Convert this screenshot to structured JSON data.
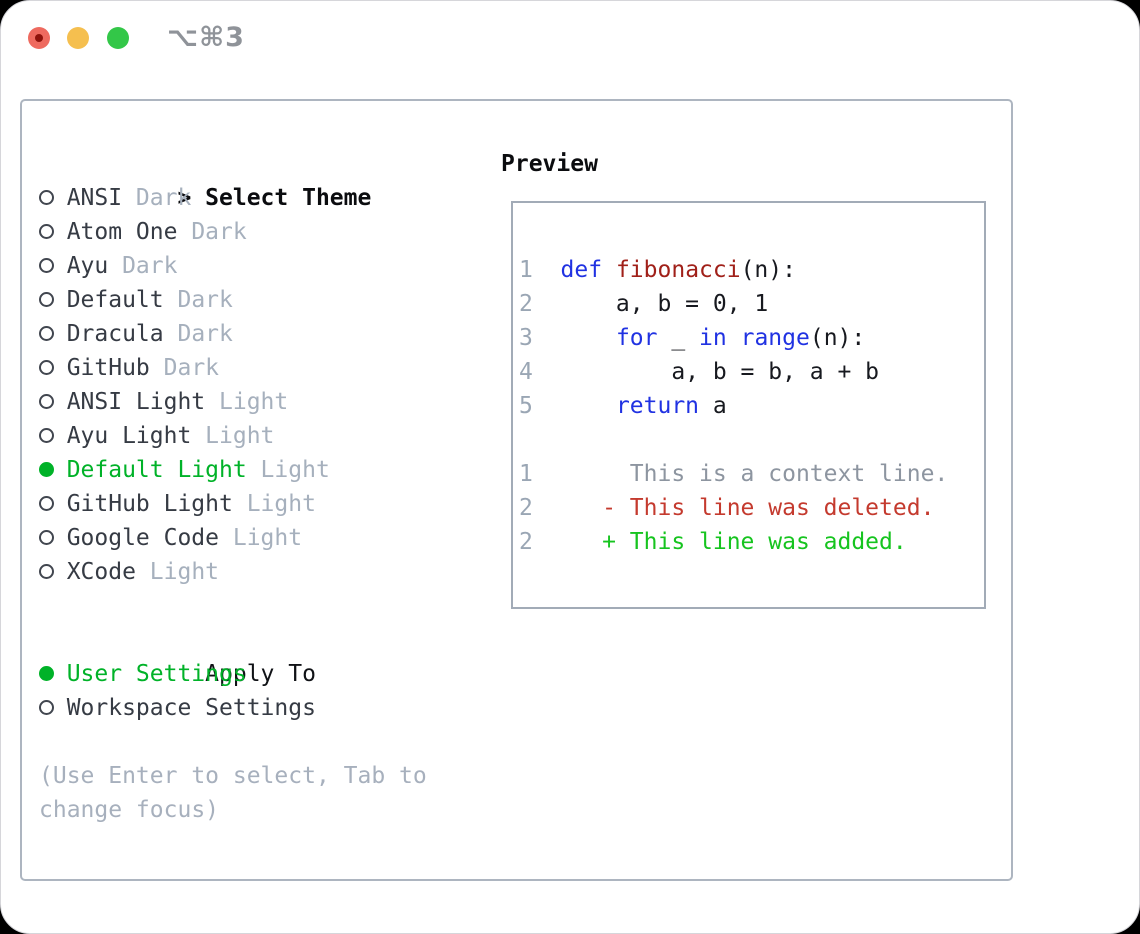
{
  "window": {
    "title": "⌥⌘3",
    "traffic_lights": [
      {
        "name": "close",
        "color": "#ee6a5f",
        "inner_dot": "#8e130c"
      },
      {
        "name": "minimize",
        "color": "#f5bf4f"
      },
      {
        "name": "zoom",
        "color": "#33c748"
      }
    ]
  },
  "theme_panel": {
    "header": {
      "prompt": ">",
      "label": "Select Theme"
    },
    "items": [
      {
        "id": "ansi-dark",
        "name": "ANSI",
        "tag": "Dark",
        "selected": false
      },
      {
        "id": "atom-one-dark",
        "name": "Atom One",
        "tag": "Dark",
        "selected": false
      },
      {
        "id": "ayu-dark",
        "name": "Ayu",
        "tag": "Dark",
        "selected": false
      },
      {
        "id": "default-dark",
        "name": "Default",
        "tag": "Dark",
        "selected": false
      },
      {
        "id": "dracula-dark",
        "name": "Dracula",
        "tag": "Dark",
        "selected": false
      },
      {
        "id": "github-dark",
        "name": "GitHub",
        "tag": "Dark",
        "selected": false
      },
      {
        "id": "ansi-light",
        "name": "ANSI Light",
        "tag": "Light",
        "selected": false
      },
      {
        "id": "ayu-light",
        "name": "Ayu Light",
        "tag": "Light",
        "selected": false
      },
      {
        "id": "default-light",
        "name": "Default Light",
        "tag": "Light",
        "selected": true
      },
      {
        "id": "github-light",
        "name": "GitHub Light",
        "tag": "Light",
        "selected": false
      },
      {
        "id": "google-code",
        "name": "Google Code",
        "tag": "Light",
        "selected": false
      },
      {
        "id": "xcode",
        "name": "XCode",
        "tag": "Light",
        "selected": false
      }
    ]
  },
  "apply_panel": {
    "label": "Apply To",
    "options": [
      {
        "id": "user-settings",
        "name": "User Settings",
        "selected": true
      },
      {
        "id": "workspace-settings",
        "name": "Workspace Settings",
        "selected": false
      }
    ]
  },
  "help": {
    "lines": [
      "(Use Enter to select, Tab to",
      "change focus)"
    ]
  },
  "preview": {
    "title": "Preview",
    "lines": [
      [],
      [
        {
          "t": "1  ",
          "c": "ln"
        },
        {
          "t": "def",
          "c": "kw"
        },
        {
          "t": " ",
          "c": "pl"
        },
        {
          "t": "fibonacci",
          "c": "fn"
        },
        {
          "t": "(n):",
          "c": "pl"
        }
      ],
      [
        {
          "t": "2  ",
          "c": "ln"
        },
        {
          "t": "    a, b = 0, 1",
          "c": "pl"
        }
      ],
      [
        {
          "t": "3  ",
          "c": "ln"
        },
        {
          "t": "    ",
          "c": "pl"
        },
        {
          "t": "for",
          "c": "kw"
        },
        {
          "t": " _ ",
          "c": "pl"
        },
        {
          "t": "in",
          "c": "kw"
        },
        {
          "t": " ",
          "c": "pl"
        },
        {
          "t": "range",
          "c": "kw"
        },
        {
          "t": "(n):",
          "c": "pl"
        }
      ],
      [
        {
          "t": "4  ",
          "c": "ln"
        },
        {
          "t": "        a, b = b, a + b",
          "c": "pl"
        }
      ],
      [
        {
          "t": "5  ",
          "c": "ln"
        },
        {
          "t": "    ",
          "c": "pl"
        },
        {
          "t": "return",
          "c": "kw"
        },
        {
          "t": " a",
          "c": "pl"
        }
      ],
      [],
      [
        {
          "t": "1  ",
          "c": "ln"
        },
        {
          "t": "     This is a context line.",
          "c": "ctx"
        }
      ],
      [
        {
          "t": "2  ",
          "c": "ln"
        },
        {
          "t": "   - This line was deleted.",
          "c": "del"
        }
      ],
      [
        {
          "t": "2  ",
          "c": "ln"
        },
        {
          "t": "   + This line was added.",
          "c": "add"
        }
      ]
    ]
  },
  "colors": {
    "selected_green": "#00b228",
    "added_green": "#16c41f",
    "deleted_red": "#c43a2e",
    "keyword_blue": "#2032e2",
    "function_red": "#a02019",
    "line_number_gray": "#9aa6b4",
    "context_gray": "#8d95a0",
    "tag_gray": "#a6b0bd",
    "item_text_dark": "#363b44",
    "code_black": "#17191f"
  }
}
